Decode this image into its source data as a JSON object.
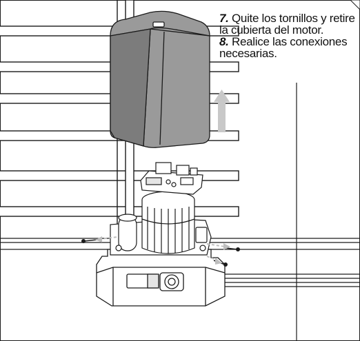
{
  "instructions": [
    {
      "number": "7.",
      "text": " Quite los tornillos y retire la cubierta del motor."
    },
    {
      "number": "8.",
      "text": " Realice las conexiones necesarias."
    }
  ],
  "colors": {
    "line": "#1a1a1a",
    "cover": "#9a9a9a",
    "cover_dark": "#7c7c7c",
    "arrow": "#c8c8c8",
    "rail": "#bdbdbd"
  }
}
